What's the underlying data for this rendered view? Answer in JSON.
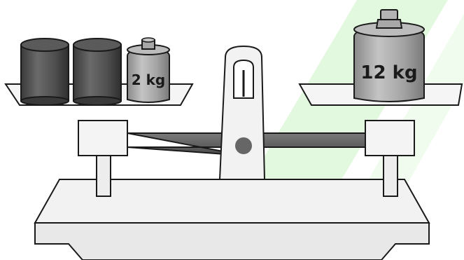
{
  "diagram": {
    "type": "balance-scale",
    "left_pan": {
      "items": [
        {
          "kind": "cylinder",
          "label": ""
        },
        {
          "kind": "cylinder",
          "label": ""
        },
        {
          "kind": "weight",
          "label": "2 kg"
        }
      ]
    },
    "right_pan": {
      "items": [
        {
          "kind": "weight",
          "label": "12 kg"
        }
      ]
    }
  },
  "colors": {
    "background": "#ffffff",
    "watermark_stripe": "#d9f7d4",
    "cylinder_dark": "#4a4a4a",
    "weight_gray": "#9a9a9a",
    "scale_body": "#f0f0f0",
    "beam": "#5a5a5a",
    "outline": "#1a1a1a"
  }
}
